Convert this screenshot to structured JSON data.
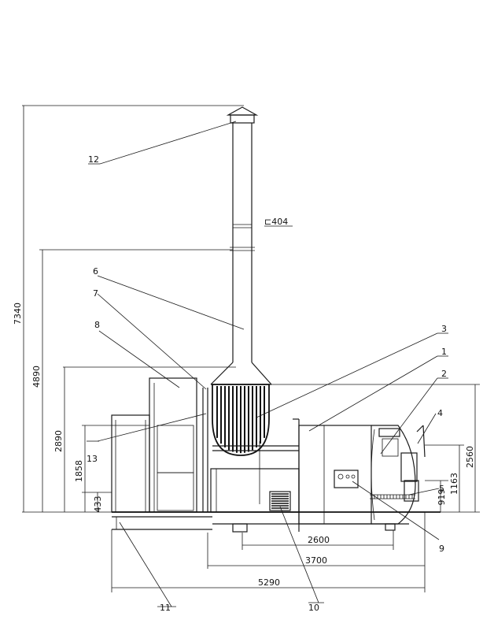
{
  "callouts": [
    "1",
    "2",
    "3",
    "4",
    "5",
    "6",
    "7",
    "8",
    "9",
    "10",
    "11",
    "12",
    "13"
  ],
  "pipe_label": "⊏404",
  "vertical_dims": [
    "7340",
    "4890",
    "2890",
    "1858",
    "433",
    "2560",
    "1163",
    "919"
  ],
  "horizontal_dims": [
    "2600",
    "3700",
    "5290"
  ]
}
